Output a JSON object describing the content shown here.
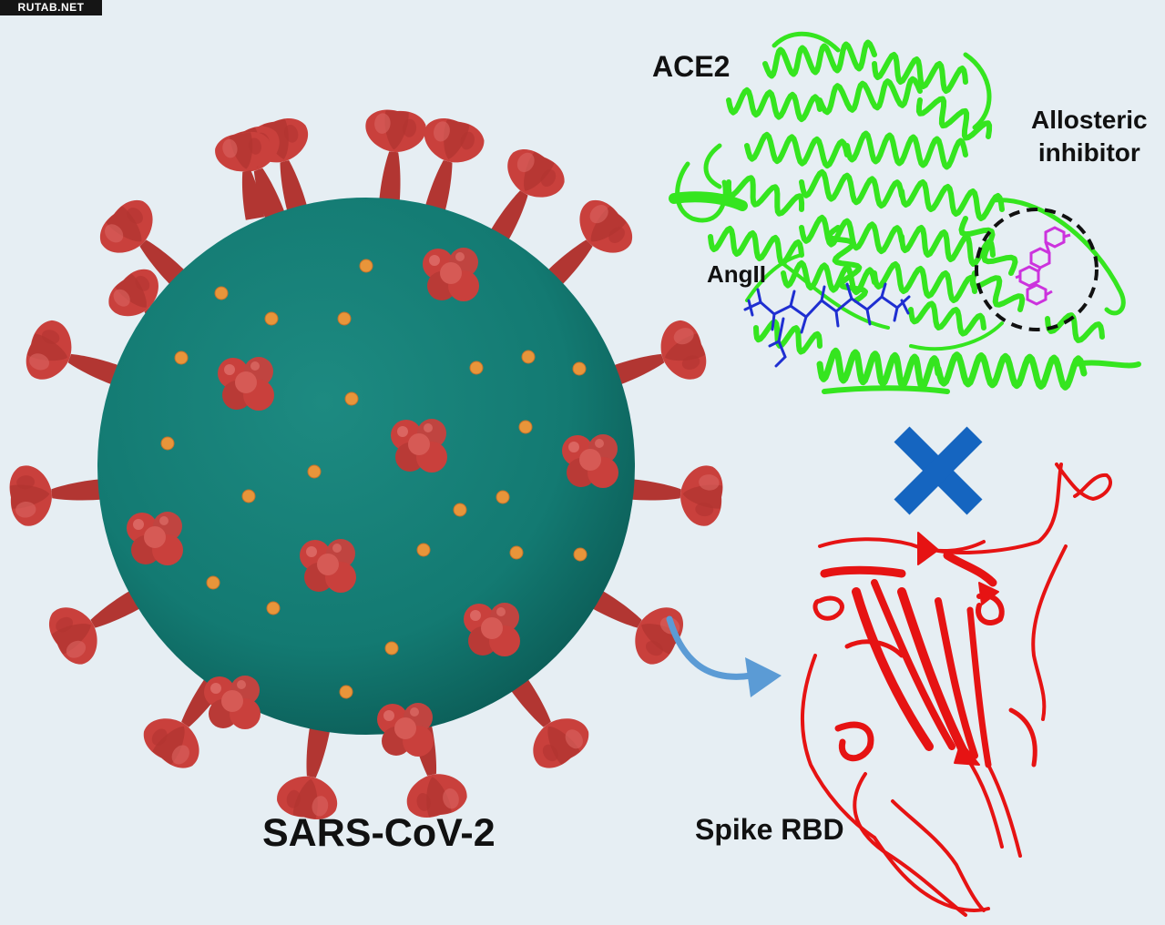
{
  "watermark": "RUTAB.NET",
  "labels": {
    "virus": "SARS-CoV-2",
    "receptor": "ACE2",
    "inhibitor_line1": "Allosteric",
    "inhibitor_line2": "inhibitor",
    "peptide": "AngII",
    "rbd": "Spike RBD"
  },
  "colors": {
    "background": "#e6eef3",
    "virus_body": "#137a72",
    "spike": "#c9403c",
    "orange_dot": "#e8953a",
    "ace2_ribbon": "#35e51f",
    "rbd_ribbon": "#e61313",
    "angII": "#1f2fd1",
    "inhibitor": "#cc33dd",
    "blocked_x": "#1565c0",
    "arrow": "#5b9bd5"
  },
  "icons": {
    "blocked": "cross-icon",
    "pointer": "curved-arrow-icon"
  }
}
